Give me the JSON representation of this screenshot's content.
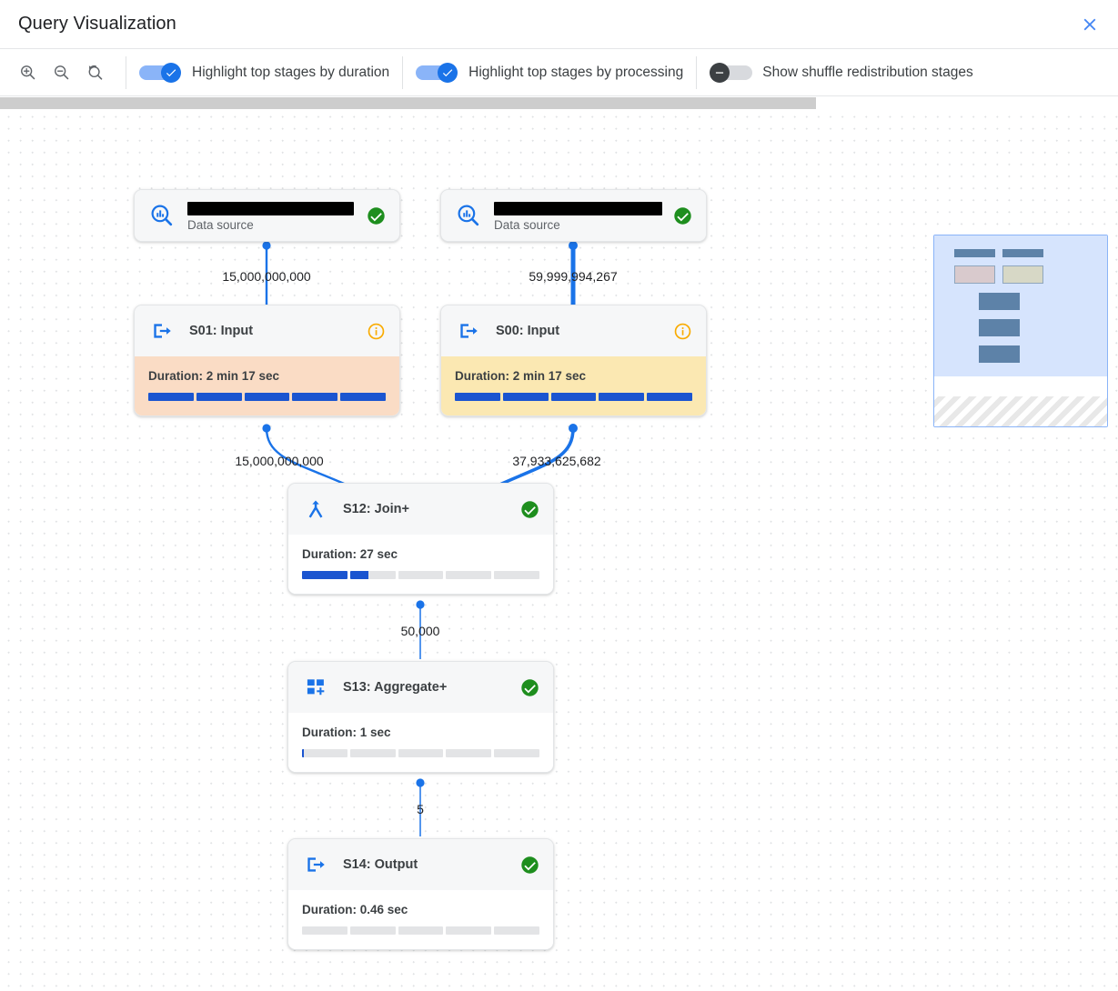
{
  "header": {
    "title": "Query Visualization",
    "close_icon": "close-icon"
  },
  "toolbar": {
    "zoom_in_icon": "zoom-in-icon",
    "zoom_out_icon": "zoom-out-icon",
    "zoom_reset_icon": "zoom-reset-icon",
    "toggles": [
      {
        "label": "Highlight top stages by duration",
        "state": "on"
      },
      {
        "label": "Highlight top stages by processing",
        "state": "on"
      },
      {
        "label": "Show shuffle redistribution stages",
        "state": "off"
      }
    ]
  },
  "graph": {
    "nodes": [
      {
        "id": "src-left",
        "kind": "data-source",
        "name_redacted": true,
        "subtitle": "Data source",
        "status": "success",
        "icon": "bigquery-data-source-icon"
      },
      {
        "id": "src-right",
        "kind": "data-source",
        "name_redacted": true,
        "subtitle": "Data source",
        "status": "success",
        "icon": "bigquery-data-source-icon"
      },
      {
        "id": "s01",
        "kind": "stage",
        "title": "S01: Input",
        "icon": "input-stage-icon",
        "status": "info",
        "duration_label": "Duration: 2 min 17 sec",
        "progress_percent": 100,
        "highlight_color": "#fadcc5"
      },
      {
        "id": "s00",
        "kind": "stage",
        "title": "S00: Input",
        "icon": "input-stage-icon",
        "status": "info",
        "duration_label": "Duration: 2 min 17 sec",
        "progress_percent": 100,
        "highlight_color": "#fbe8b2"
      },
      {
        "id": "s12",
        "kind": "stage",
        "title": "S12: Join+",
        "icon": "join-stage-icon",
        "status": "success",
        "duration_label": "Duration: 27 sec",
        "progress_percent": 28,
        "highlight_color": "#ffffff"
      },
      {
        "id": "s13",
        "kind": "stage",
        "title": "S13: Aggregate+",
        "icon": "aggregate-stage-icon",
        "status": "success",
        "duration_label": "Duration: 1 sec",
        "progress_percent": 1,
        "highlight_color": "#ffffff"
      },
      {
        "id": "s14",
        "kind": "stage",
        "title": "S14: Output",
        "icon": "output-stage-icon",
        "status": "success",
        "duration_label": "Duration: 0.46 sec",
        "progress_percent": 0,
        "highlight_color": "#ffffff"
      }
    ],
    "edges": [
      {
        "from": "src-left",
        "to": "s01",
        "label": "15,000,000,000"
      },
      {
        "from": "src-right",
        "to": "s00",
        "label": "59,999,994,267"
      },
      {
        "from": "s01",
        "to": "s12",
        "label": "15,000,000,000"
      },
      {
        "from": "s00",
        "to": "s12",
        "label": "37,933,625,682"
      },
      {
        "from": "s12",
        "to": "s13",
        "label": "50,000"
      },
      {
        "from": "s13",
        "to": "s14",
        "label": "5"
      }
    ]
  },
  "minimap": {
    "label": "minimap"
  },
  "colors": {
    "accent_blue": "#1a73e8",
    "edge_blue": "#1a73e8",
    "success_green": "#188038",
    "info_amber": "#f9ab00",
    "bar_blue": "#1b55d0"
  }
}
